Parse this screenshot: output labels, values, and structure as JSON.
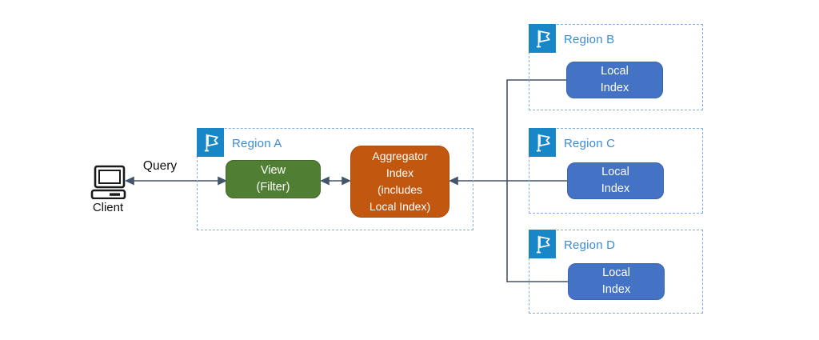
{
  "client": {
    "label": "Client"
  },
  "query": {
    "label": "Query"
  },
  "regions": [
    {
      "label": "Region A"
    },
    {
      "label": "Region B"
    },
    {
      "label": "Region C"
    },
    {
      "label": "Region D"
    }
  ],
  "nodes": {
    "view": {
      "lines": [
        "View",
        "(Filter)"
      ]
    },
    "aggregator": {
      "lines": [
        "Aggregator",
        "Index",
        "(includes",
        "Local Index)"
      ]
    },
    "local_index": {
      "lines": [
        "Local",
        "Index"
      ]
    }
  },
  "icons": {
    "flag": "flag-icon",
    "client": "desktop-computer-icon"
  },
  "colors": {
    "region_border": "#7FB0E2",
    "region_label": "#3A8DD4",
    "flag_background": "#1887C8",
    "local_index_fill": "#4472C4",
    "view_fill": "#507E32",
    "aggregator_fill": "#C2570F",
    "connector_line": "#44546A",
    "box_text": "#FFFFFF",
    "plain_text": "#111111"
  }
}
